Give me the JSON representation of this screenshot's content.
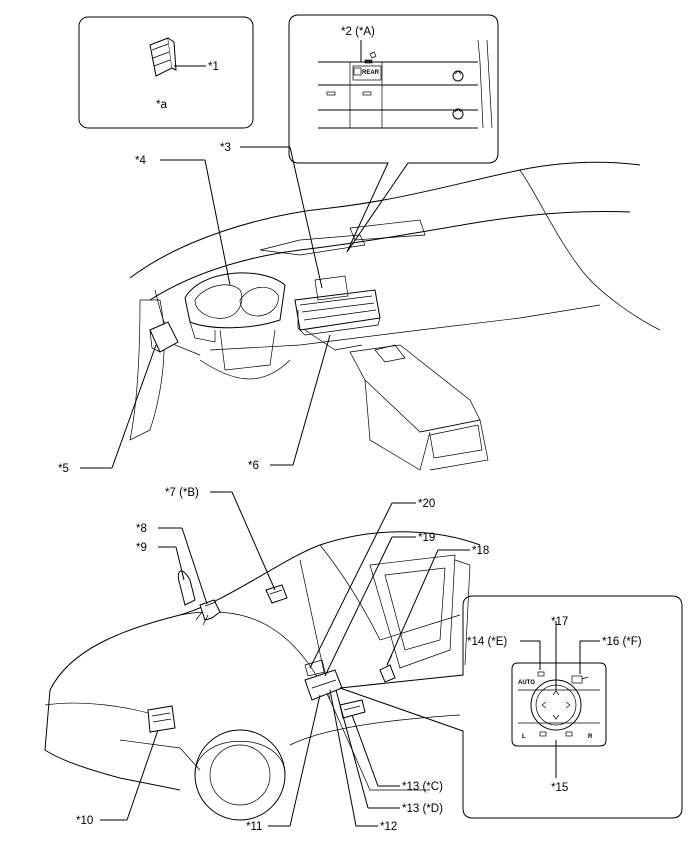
{
  "inset_a": {
    "part_label": "*1",
    "caption": "*a"
  },
  "inset_panel": {
    "label": "*2 (*A)",
    "rear_text": "REAR"
  },
  "callouts": {
    "c3": "*3",
    "c4": "*4",
    "c5": "*5",
    "c6": "*6",
    "c7": "*7 (*B)",
    "c8": "*8",
    "c9": "*9",
    "c10": "*10",
    "c11": "*11",
    "c12": "*12",
    "c13c": "*13 (*C)",
    "c13d": "*13 (*D)",
    "c14": "*14 (*E)",
    "c15": "*15",
    "c16": "*16 (*F)",
    "c17": "*17",
    "c18": "*18",
    "c19": "*19",
    "c20": "*20"
  },
  "mirror_switch": {
    "auto_text": "AUTO",
    "left_text": "L",
    "right_text": "R"
  }
}
